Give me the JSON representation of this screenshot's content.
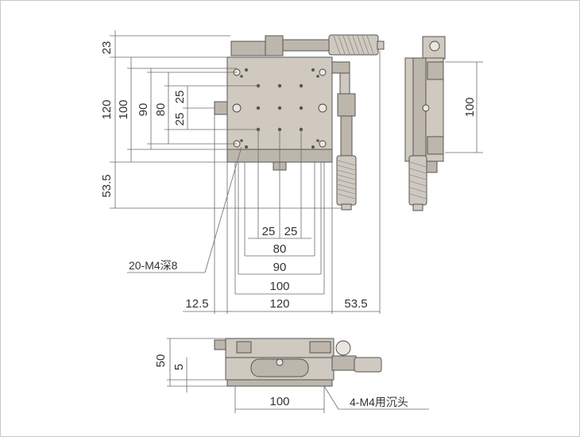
{
  "colors": {
    "body": "#cfc9c0",
    "body_dark": "#bdb6ac",
    "line": "#6a6a6a",
    "text": "#333333",
    "border": "#c8c8c8"
  },
  "top_view": {
    "dims_left": {
      "d23": "23",
      "d120": "120",
      "d100": "100",
      "d90": "90",
      "d80": "80",
      "d25a": "25",
      "d25b": "25",
      "d53_5": "53.5"
    },
    "dims_bottom": {
      "d25a": "25",
      "d25b": "25",
      "d80": "80",
      "d90": "90",
      "d100": "100",
      "d12_5": "12.5",
      "d120": "120",
      "d53_5": "53.5"
    },
    "callout_holes": "20-M4深8"
  },
  "side_view": {
    "d100": "100"
  },
  "front_view": {
    "d50": "50",
    "d5": "5",
    "d100": "100",
    "callout_mount": "4-M4用沉头"
  }
}
